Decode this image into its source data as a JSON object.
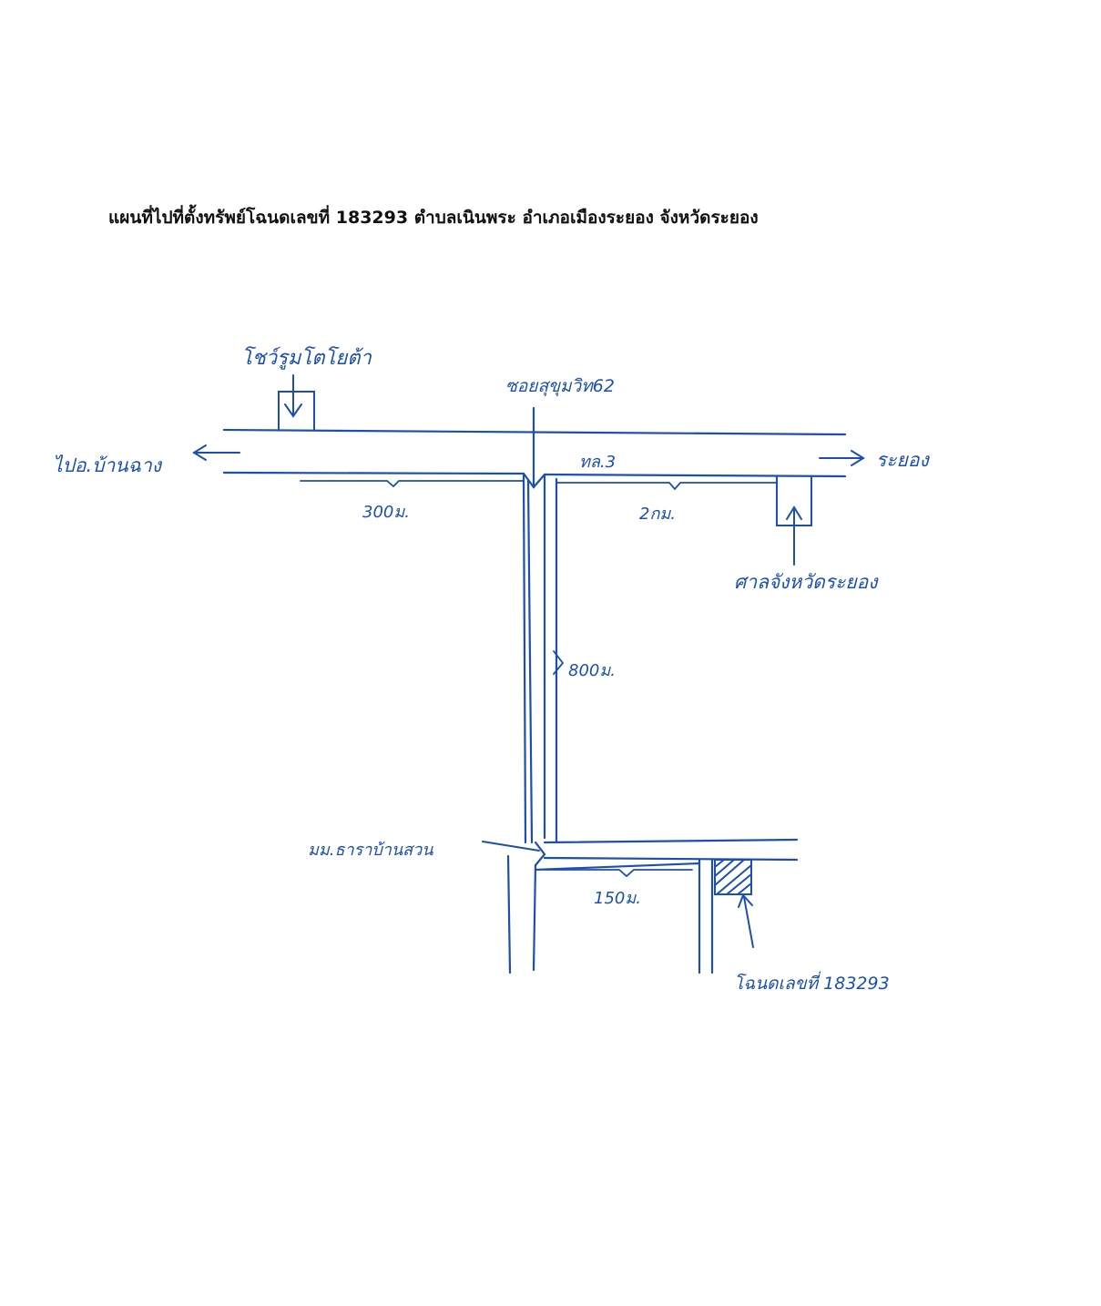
{
  "title": "แผนที่ไปที่ตั้งทรัพย์โฉนดเลขที่ 183293 ตำบลเนินพระ อำเภอเมืองระยอง จังหวัดระยอง",
  "ink_color": "#1c4fb0",
  "labels": {
    "showroom": "โชว์รูมโตโยต้า",
    "soi": "ซอยสุขุมวิท62",
    "to_ban_chang": "ไปอ.บ้านฉาง",
    "to_rayong": "ระยอง",
    "highway": "ทล.3",
    "dist_west": "300ม.",
    "dist_east": "2กม.",
    "provincial_court": "ศาลจังหวัดระยอง",
    "dist_soi": "800ม.",
    "village": "มม.ธาราบ้านสวน",
    "dist_branch": "150ม.",
    "deed": "โฉนดเลขที่ 183293"
  }
}
